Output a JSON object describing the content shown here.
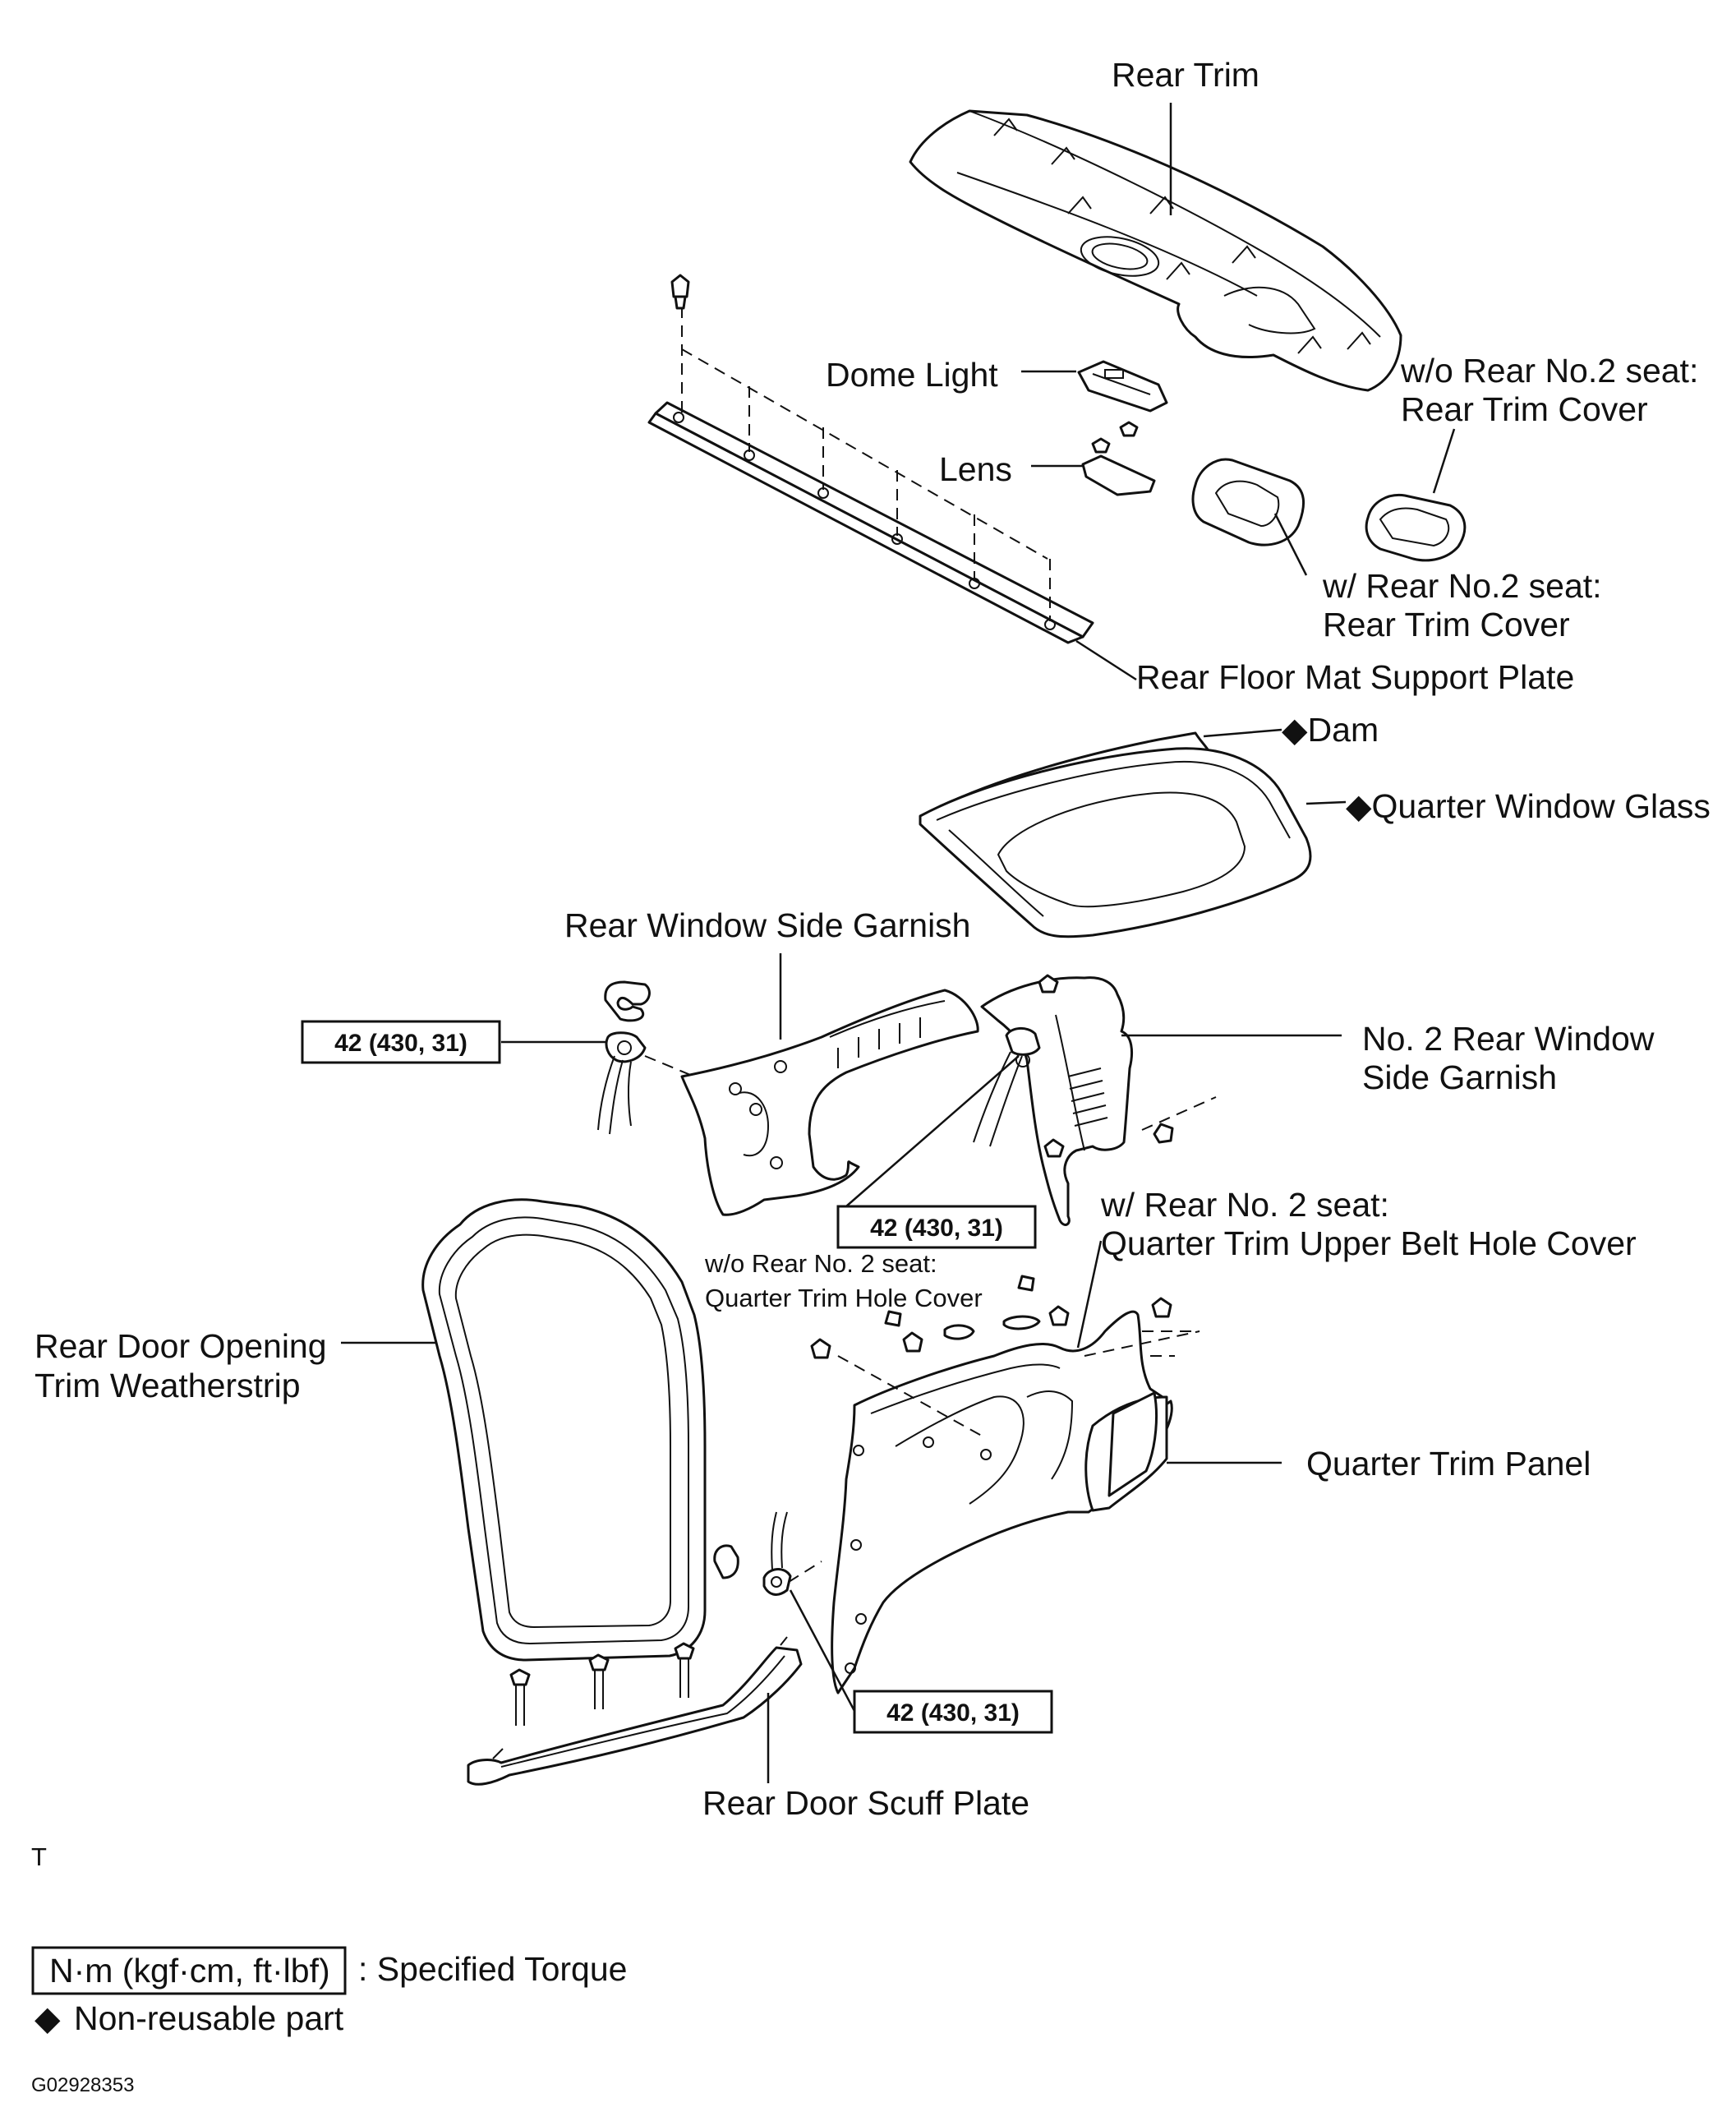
{
  "labels": {
    "rear_trim": "Rear Trim",
    "dome_light": "Dome Light",
    "lens": "Lens",
    "wo_rear_no2_seat_line1": "w/o Rear No.2 seat:",
    "wo_rear_no2_seat_line2": "Rear Trim Cover",
    "w_rear_no2_seat_line1": "w/ Rear No.2 seat:",
    "w_rear_no2_seat_line2": "Rear Trim Cover",
    "rear_floor_mat_support_plate": "Rear Floor Mat Support Plate",
    "dam": "Dam",
    "quarter_window_glass": "Quarter Window Glass",
    "rear_window_side_garnish": "Rear Window Side Garnish",
    "no2_rear_window_line1": "No. 2 Rear Window",
    "no2_rear_window_line2": "Side Garnish",
    "w_rear_no2_seat_upper_line1": "w/ Rear No. 2 seat:",
    "w_rear_no2_seat_upper_line2": "Quarter Trim Upper Belt Hole Cover",
    "wo_rear_no2_seat_hole_line1": "w/o Rear No. 2 seat:",
    "wo_rear_no2_seat_hole_line2": "Quarter Trim Hole Cover",
    "rear_door_opening_line1": "Rear Door Opening",
    "rear_door_opening_line2": "Trim Weatherstrip",
    "quarter_trim_panel": "Quarter Trim Panel",
    "rear_door_scuff_plate": "Rear Door Scuff Plate"
  },
  "torque": {
    "left": "42 (430, 31)",
    "center": "42 (430, 31)",
    "bottom": "42 (430, 31)"
  },
  "legend": {
    "corner_mark": "T",
    "torque_unit": "N·m (kgf·cm, ft·lbf)",
    "torque_desc": ": Specified Torque",
    "nonreusable_symbol": "◆",
    "nonreusable_desc": "Non-reusable part"
  },
  "non_reusable_marker": "◆",
  "figure_id": "G02928353"
}
